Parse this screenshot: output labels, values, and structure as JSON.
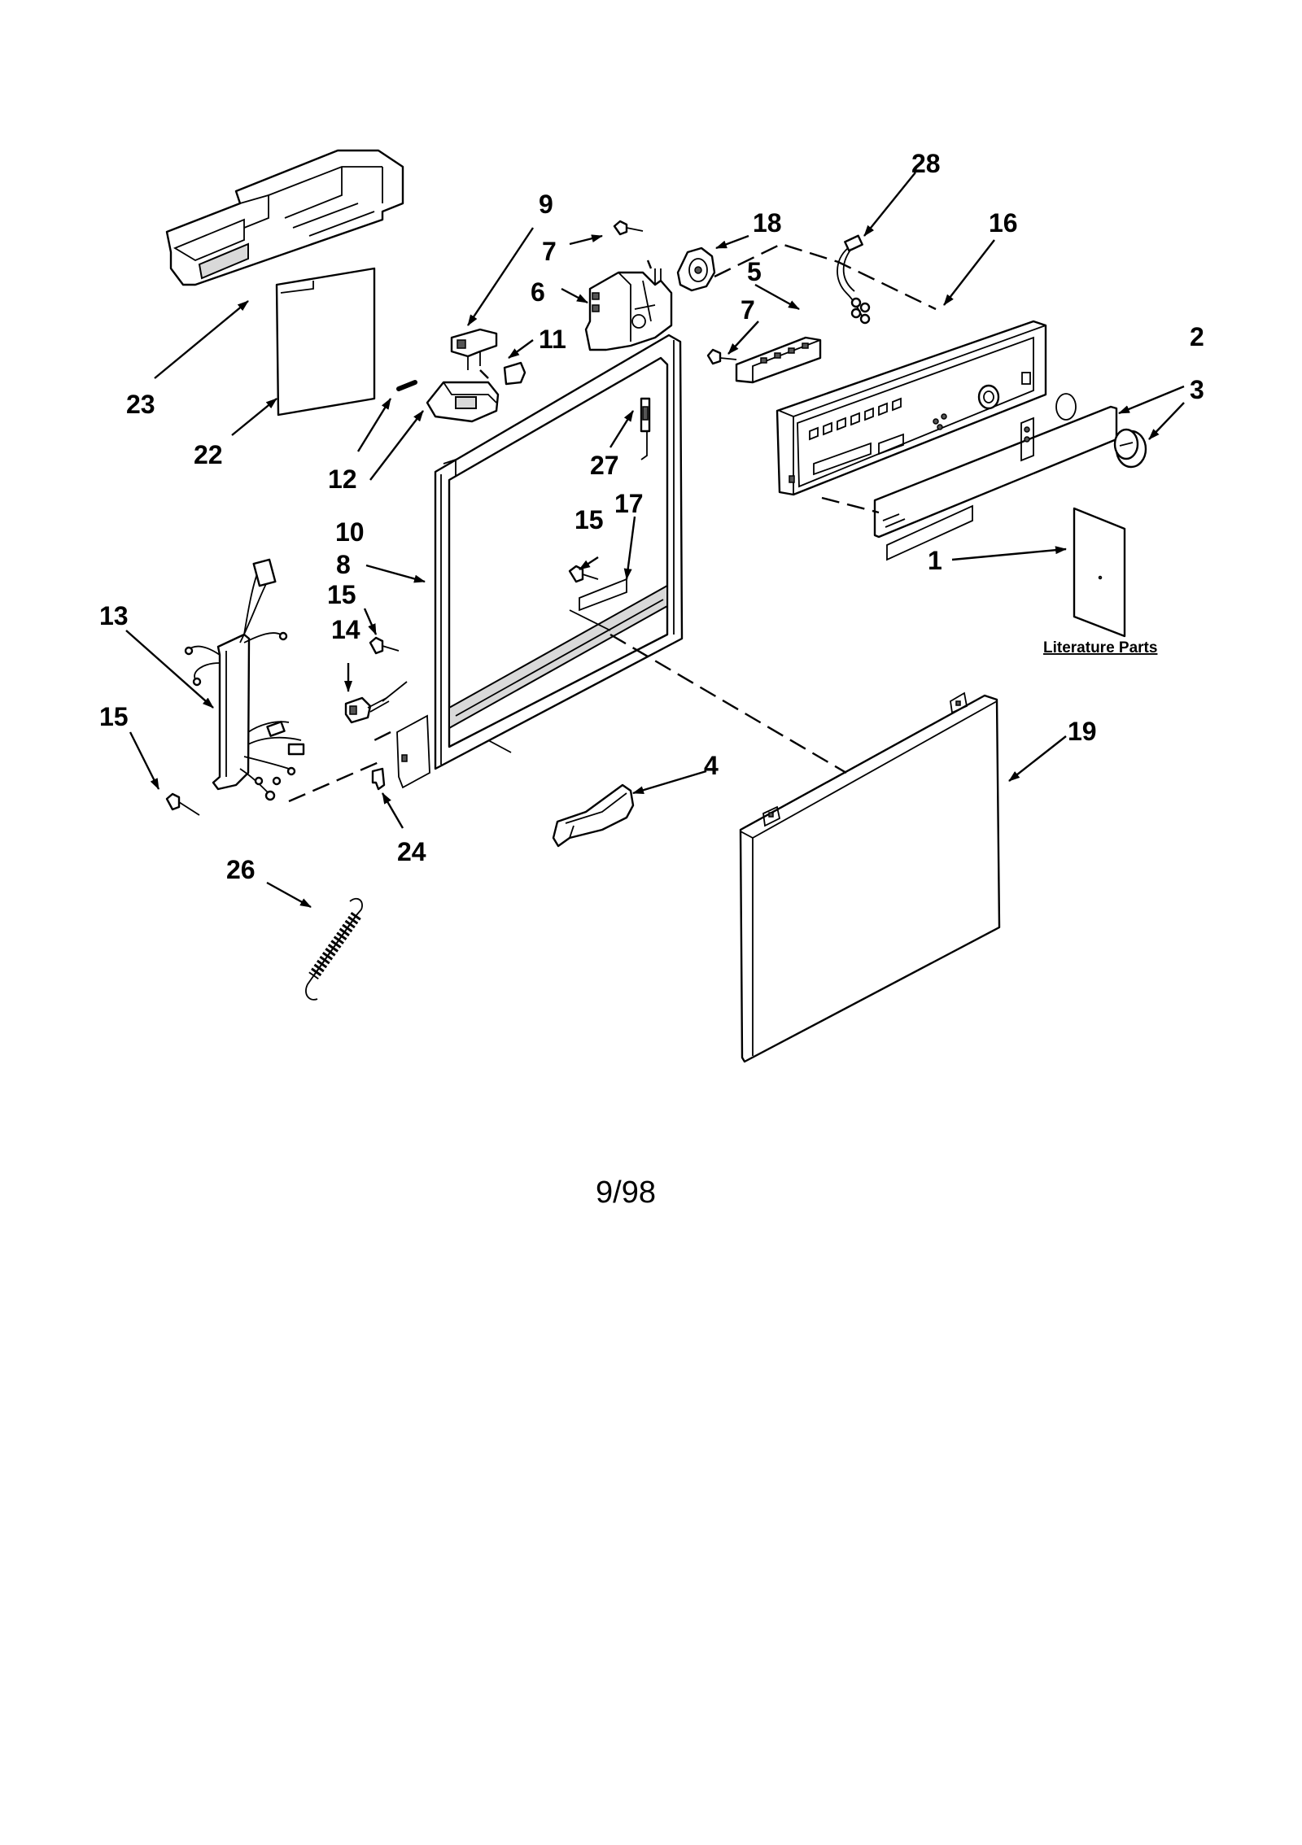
{
  "callouts": {
    "c1": "1",
    "c2": "2",
    "c3": "3",
    "c4": "4",
    "c5": "5",
    "c6": "6",
    "c7a": "7",
    "c7b": "7",
    "c8": "8",
    "c9": "9",
    "c10": "10",
    "c11": "11",
    "c12": "12",
    "c13": "13",
    "c14": "14",
    "c15a": "15",
    "c15b": "15",
    "c15c": "15",
    "c16": "16",
    "c17": "17",
    "c18": "18",
    "c19": "19",
    "c22": "22",
    "c23": "23",
    "c24": "24",
    "c26": "26",
    "c27": "27",
    "c28": "28"
  },
  "literature_label": "Literature Parts",
  "date_code": "9/98"
}
